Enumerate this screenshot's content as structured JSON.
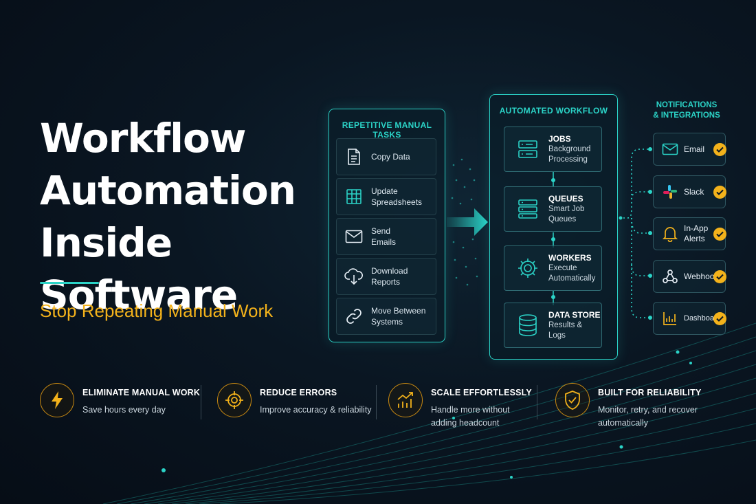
{
  "hero": {
    "title_line1": "Workflow",
    "title_line2": "Automation",
    "title_line3": "Inside Software",
    "subtitle": "Stop Repeating Manual Work"
  },
  "manual_panel": {
    "title": "REPETITIVE MANUAL TASKS",
    "tasks": [
      {
        "line1": "Copy Data",
        "line2": "",
        "icon": "document-icon"
      },
      {
        "line1": "Update",
        "line2": "Spreadsheets",
        "icon": "spreadsheet-icon"
      },
      {
        "line1": "Send",
        "line2": "Emails",
        "icon": "mail-icon"
      },
      {
        "line1": "Download",
        "line2": "Reports",
        "icon": "cloud-download-icon"
      },
      {
        "line1": "Move Between",
        "line2": "Systems",
        "icon": "link-icon"
      }
    ]
  },
  "workflow_panel": {
    "title": "AUTOMATED WORKFLOW",
    "nodes": [
      {
        "title": "JOBS",
        "line1": "Background",
        "line2": "Processing",
        "icon": "server-icon"
      },
      {
        "title": "QUEUES",
        "line1": "Smart Job",
        "line2": "Queues",
        "icon": "queue-icon"
      },
      {
        "title": "WORKERS",
        "line1": "Execute",
        "line2": "Automatically",
        "icon": "gear-icon"
      },
      {
        "title": "DATA STORE",
        "line1": "Results &",
        "line2": "Logs",
        "icon": "database-icon"
      }
    ]
  },
  "notifications": {
    "title_line1": "NOTIFICATIONS",
    "title_line2": "& INTEGRATIONS",
    "items": [
      {
        "line1": "Email",
        "line2": "",
        "icon": "mail-icon"
      },
      {
        "line1": "Slack",
        "line2": "",
        "icon": "slack-icon"
      },
      {
        "line1": "In-App",
        "line2": "Alerts",
        "icon": "bell-icon"
      },
      {
        "line1": "Webhooks",
        "line2": "",
        "icon": "webhook-icon"
      },
      {
        "line1": "Dashboards",
        "line2": "",
        "icon": "bar-chart-icon"
      }
    ]
  },
  "features": [
    {
      "title": "ELIMINATE MANUAL WORK",
      "line1": "Save hours every day",
      "line2": "",
      "icon": "lightning-icon"
    },
    {
      "title": "REDUCE ERRORS",
      "line1": "Improve accuracy & reliability",
      "line2": "",
      "icon": "target-icon"
    },
    {
      "title": "SCALE EFFORTLESSLY",
      "line1": "Handle more without",
      "line2": "adding headcount",
      "icon": "growth-chart-icon"
    },
    {
      "title": "BUILT FOR RELIABILITY",
      "line1": "Monitor, retry, and recover",
      "line2": "automatically",
      "icon": "shield-check-icon"
    }
  ],
  "colors": {
    "accent": "#2bd3c7",
    "highlight": "#f3b21b",
    "background": "#0a1622"
  }
}
